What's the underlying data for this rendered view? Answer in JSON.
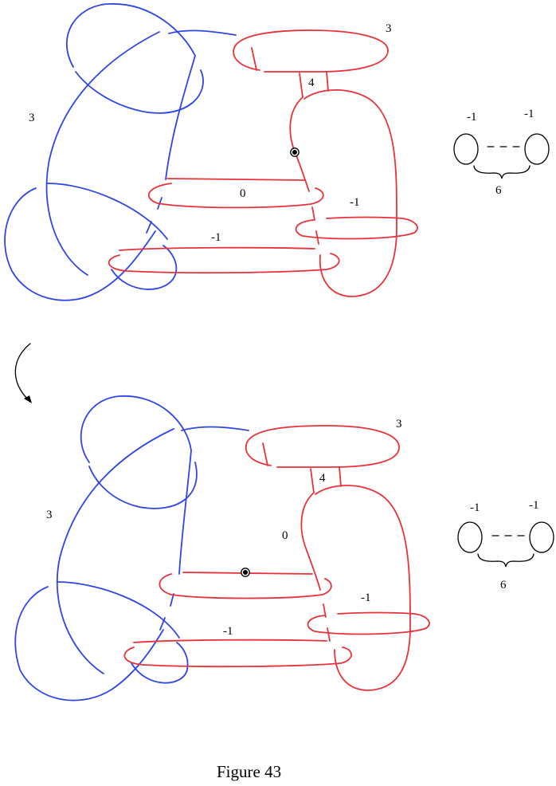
{
  "caption": "Figure 43",
  "colors": {
    "blue_component": "#2f45e8",
    "red_component": "#e8323a"
  },
  "top_diagram": {
    "framings": {
      "blue_knot": "3",
      "top_red_ring": "3",
      "band_twists": "4",
      "middle_ring": "0",
      "right_ring": "-1",
      "bottom_ring": "-1"
    },
    "chain": {
      "left": "-1",
      "right": "-1",
      "count": "6"
    }
  },
  "bottom_diagram": {
    "framings": {
      "blue_knot": "3",
      "top_red_ring": "3",
      "band_twists": "4",
      "middle_ring": "0",
      "right_ring": "-1",
      "bottom_ring": "-1"
    },
    "chain": {
      "left": "-1",
      "right": "-1",
      "count": "6"
    }
  }
}
